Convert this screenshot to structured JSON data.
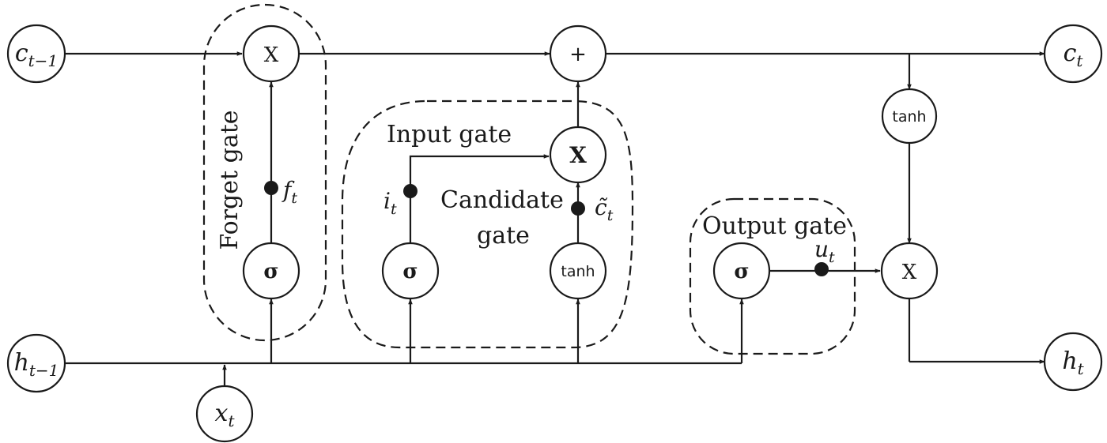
{
  "gates": {
    "forget": "Forget gate",
    "input": "Input gate",
    "candidate_line1": "Candidate",
    "candidate_line2": "gate",
    "output": "Output gate"
  },
  "operators": {
    "forget_mult": "X",
    "cell_add": "+",
    "input_mult": "X",
    "output_mult": "X",
    "sigma": "σ",
    "tanh": "tanh"
  },
  "variables": {
    "c_prev": {
      "base": "c",
      "sub": "t−1"
    },
    "c_t": {
      "base": "c",
      "sub": "t"
    },
    "h_prev": {
      "base": "h",
      "sub": "t−1"
    },
    "h_t": {
      "base": "h",
      "sub": "t"
    },
    "x_t": {
      "base": "x",
      "sub": "t"
    },
    "f_t": {
      "base": "f",
      "sub": "t"
    },
    "i_t": {
      "base": "i",
      "sub": "t"
    },
    "c_tilde_t": {
      "base": "c̃",
      "sub": "t"
    },
    "u_t": {
      "base": "u",
      "sub": "t"
    }
  }
}
